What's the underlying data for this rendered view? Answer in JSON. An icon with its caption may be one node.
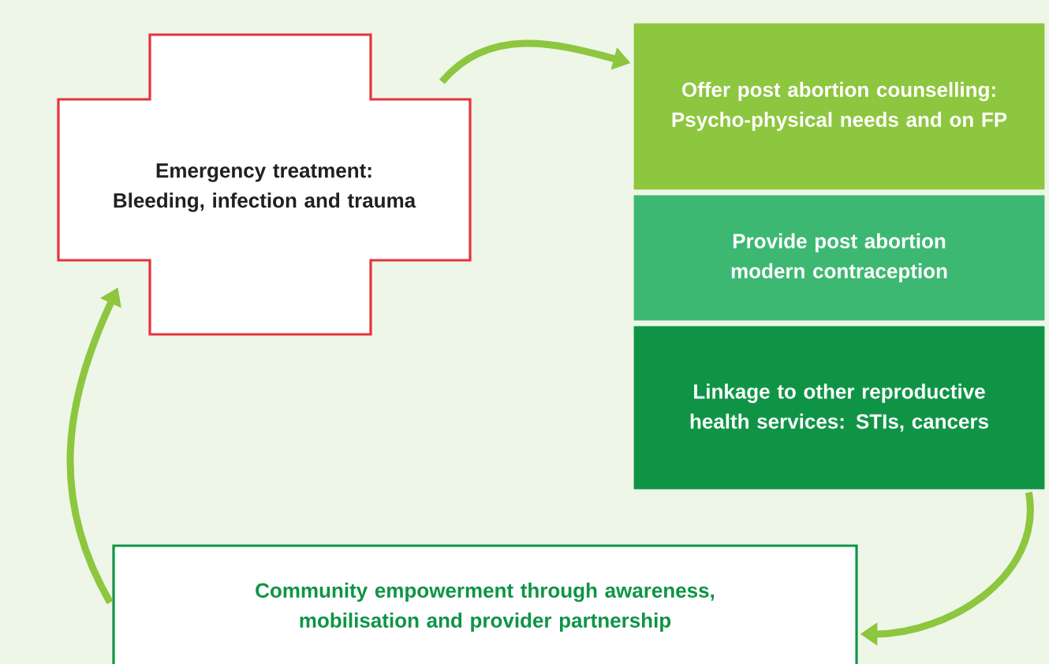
{
  "diagram": {
    "nodes": [
      {
        "text": [
          "Emergency treatment: Bleeding, infection and trauma"
        ]
      },
      {
        "text": [
          "Offer post abortion counselling: Psycho-physical needs and on FP"
        ]
      },
      {
        "text": [
          "Provide post abortion modern contraception"
        ]
      },
      {
        "text": [
          "Linkage to other reproductive health services: STIs, cancers"
        ]
      },
      {
        "text": [
          "Community empowerment through awareness, mobilisation and provider partnership"
        ]
      }
    ],
    "edges": [
      {
        "from": 0,
        "to": 1,
        "arrow": "to"
      },
      {
        "from": 3,
        "to": 4,
        "arrow": "to"
      },
      {
        "from": 4,
        "to": 0,
        "arrow": "to"
      }
    ]
  }
}
